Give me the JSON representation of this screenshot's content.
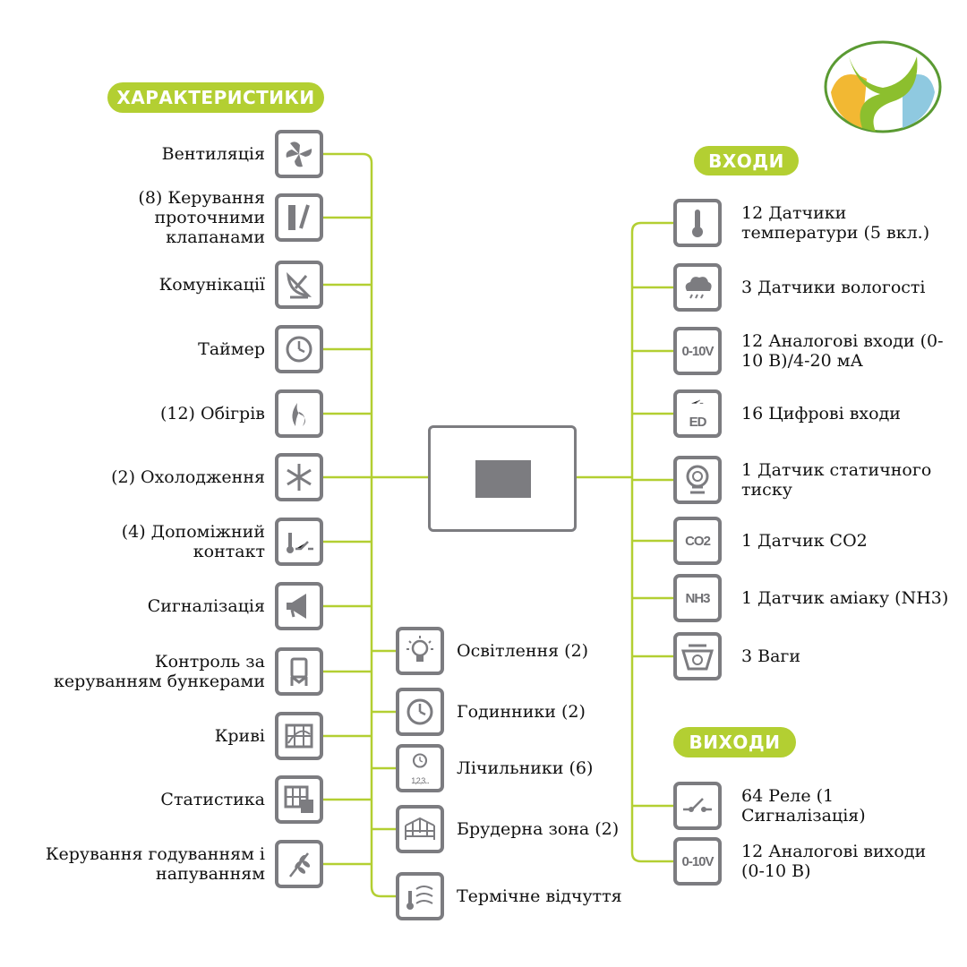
{
  "headings": {
    "features": "ХАРАКТЕРИСТИКИ",
    "inputs": "ВХОДИ",
    "outputs": "ВИХОДИ"
  },
  "features": [
    {
      "label": "Вентиляція",
      "icon": "fan-icon"
    },
    {
      "label": "(8) Керування проточними клапанами",
      "icon": "inlet-valve-icon"
    },
    {
      "label": "Комунікації",
      "icon": "satellite-dish-icon"
    },
    {
      "label": "Таймер",
      "icon": "timer-icon"
    },
    {
      "label": "(12) Обігрів",
      "icon": "flame-icon"
    },
    {
      "label": "(2) Охолодження",
      "icon": "snowflake-icon"
    },
    {
      "label": "(4) Допоміжний контакт",
      "icon": "aux-contact-icon"
    },
    {
      "label": "Сигналізація",
      "icon": "alarm-horn-icon"
    },
    {
      "label": "Контроль за керуванням бункерами",
      "icon": "silo-icon"
    },
    {
      "label": "Криві",
      "icon": "curve-chart-icon"
    },
    {
      "label": "Статистика",
      "icon": "statistics-icon"
    },
    {
      "label": "Керування годуванням і напуванням",
      "icon": "wheat-icon"
    }
  ],
  "extras": [
    {
      "label": "Освітлення (2)",
      "icon": "light-bulb-icon"
    },
    {
      "label": "Годинники (2)",
      "icon": "clock-icon"
    },
    {
      "label": "Лічильники (6)",
      "icon": "counter-clock-icon",
      "icon_text": "1,2,3..."
    },
    {
      "label": "Брудерна зона (2)",
      "icon": "brooder-fence-icon"
    },
    {
      "label": "Термічне відчуття",
      "icon": "thermal-feel-icon"
    }
  ],
  "inputs": [
    {
      "label": "12 Датчики температури (5 вкл.)",
      "icon": "thermometer-icon"
    },
    {
      "label": "3 Датчики вологості",
      "icon": "humidity-cloud-icon"
    },
    {
      "label": "12 Аналогові входи (0-10 В)/4-20 мА",
      "icon": "analog-0-10v-icon",
      "icon_text": "0-10V"
    },
    {
      "label": "16 Цифрові входи",
      "icon": "digital-input-icon",
      "icon_text": "ED"
    },
    {
      "label": "1 Датчик статичного тиску",
      "icon": "pressure-gauge-icon"
    },
    {
      "label": "1 Датчик CO2",
      "icon": "co2-icon",
      "icon_text": "CO2"
    },
    {
      "label": "1 Датчик аміаку (NH3)",
      "icon": "nh3-icon",
      "icon_text": "NH3"
    },
    {
      "label": "3 Ваги",
      "icon": "scale-icon"
    }
  ],
  "outputs": [
    {
      "label": "64 Реле (1 Сигналізація)",
      "icon": "relay-switch-icon"
    },
    {
      "label": "12 Аналогові виходи (0-10 В)",
      "icon": "analog-output-0-10v-icon",
      "icon_text": "0-10V"
    }
  ],
  "colors": {
    "accent": "#b3cf32",
    "icon_grey": "#7c7c80"
  }
}
